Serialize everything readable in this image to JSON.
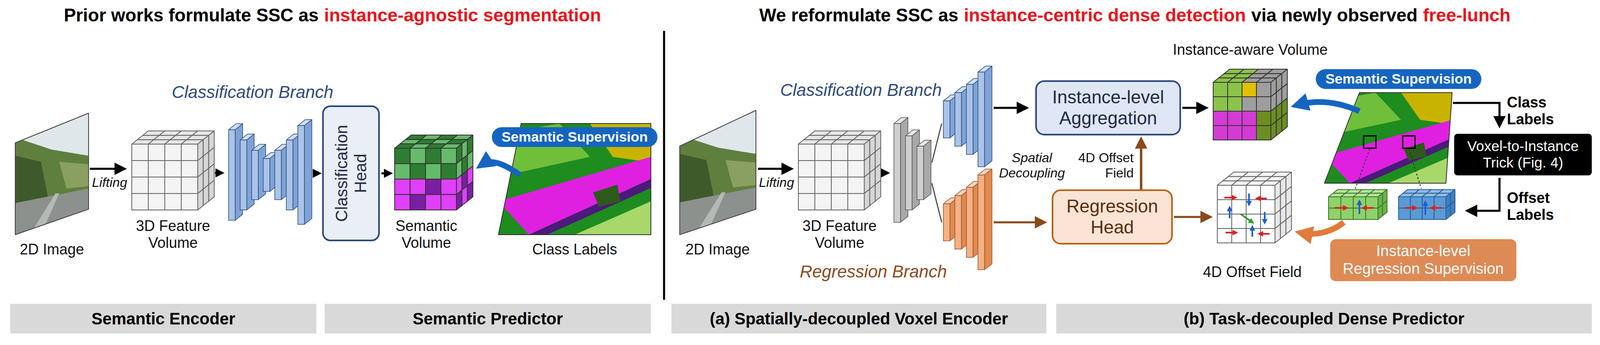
{
  "diagram": {
    "nodes": [
      {
        "text": [
          "Classification Head"
        ]
      },
      {
        "text": [
          "Semantic Supervision"
        ]
      },
      {
        "text": [
          "Instance-level Aggregation"
        ]
      },
      {
        "text": [
          "Semantic Supervision"
        ]
      },
      {
        "text": [
          "Regression Head"
        ]
      },
      {
        "text": [
          "Voxel-to-Instance Trick (Fig. 4)"
        ]
      },
      {
        "text": [
          "Instance-level Regression Supervision"
        ]
      },
      {
        "text": [
          "Semantic Encoder"
        ]
      },
      {
        "text": [
          "Semantic Predictor"
        ]
      },
      {
        "text": [
          "(a) Spatially-decoupled Voxel Encoder"
        ]
      },
      {
        "text": [
          "(b) Task-decoupled Dense Predictor"
        ]
      }
    ],
    "edges": [
      {
        "from": 4,
        "to": 2,
        "arrow": "to",
        "label": "4D Offset Field"
      }
    ],
    "labels": [
      "Prior works formulate SSC as",
      "instance-agnostic segmentation",
      "We reformulate SSC as",
      "instance-centric dense detection",
      "via newly observed",
      "free-lunch",
      "Classification Branch",
      "Lifting",
      "2D Image",
      "3D Feature Volume",
      "Semantic Volume",
      "Class Labels",
      "Classification Branch",
      "Lifting",
      "2D Image",
      "3D Feature Volume",
      "Spatial Decoupling",
      "Regression Branch",
      "Instance-aware Volume",
      "4D Offset Field",
      "Class Labels",
      "Offset Labels"
    ]
  }
}
